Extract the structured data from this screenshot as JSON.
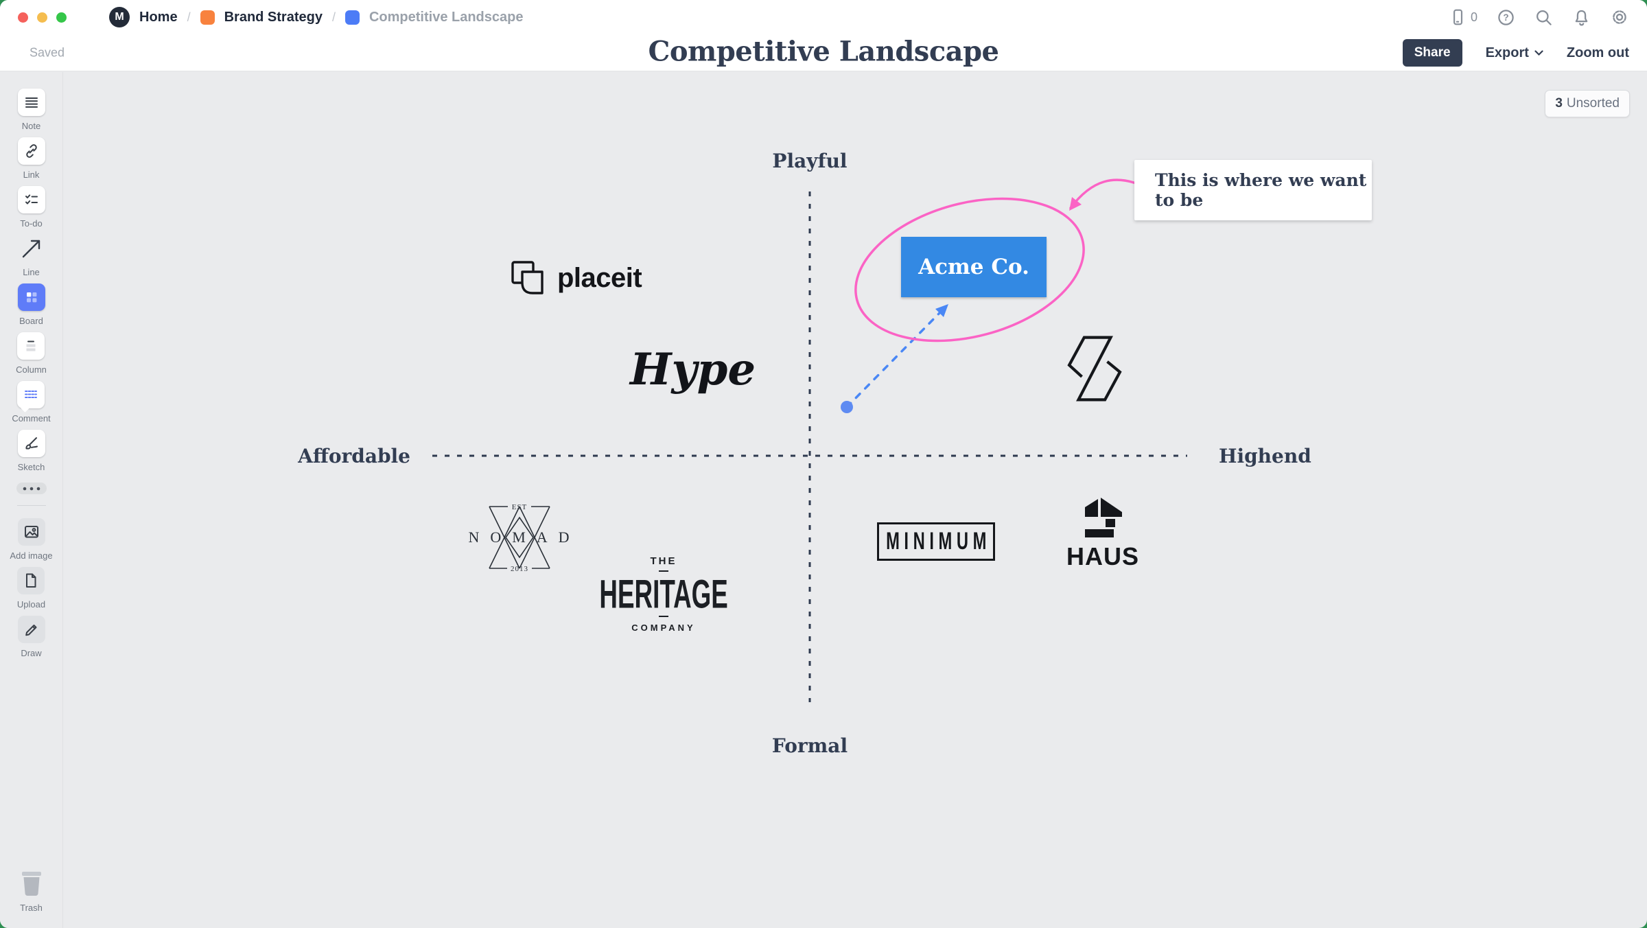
{
  "colors": {
    "desktop_green": "#2e8f52",
    "navy": "#323d52",
    "acme_blue": "#3389e3",
    "pink": "#fb63c5",
    "arrow_blue": "#4a87f5",
    "board_blue": "#5f7cf8",
    "chip_orange": "#f8823e",
    "chip_blue": "#4c7cf6",
    "tl_red": "#f5615c",
    "tl_yellow": "#f5bd4f",
    "tl_green": "#35c649"
  },
  "icons": {
    "logo_glyph": "M",
    "help_glyph": "?"
  },
  "breadcrumb": {
    "home_label": "Home",
    "separator": "/",
    "board1_label": "Brand Strategy",
    "board2_label": "Competitive Landscape"
  },
  "header": {
    "save_status": "Saved",
    "title": "Competitive Landscape",
    "device_count": "0",
    "share_label": "Share",
    "export_label": "Export",
    "zoom_out_label": "Zoom out"
  },
  "sidebar": {
    "tools": [
      {
        "label": "Note"
      },
      {
        "label": "Link"
      },
      {
        "label": "To-do"
      },
      {
        "label": "Line"
      },
      {
        "label": "Board"
      },
      {
        "label": "Column"
      },
      {
        "label": "Comment"
      },
      {
        "label": "Sketch"
      }
    ],
    "add_tools": [
      {
        "label": "Add image"
      },
      {
        "label": "Upload"
      },
      {
        "label": "Draw"
      }
    ],
    "trash_label": "Trash"
  },
  "canvas": {
    "unsorted_count": "3",
    "unsorted_label": "Unsorted",
    "axis": {
      "top": "Playful",
      "bottom": "Formal",
      "left": "Affordable",
      "right": "Highend"
    },
    "note_text": "This is where we want to be",
    "acme_label": "Acme Co.",
    "logos": {
      "placeit": "placeit",
      "hype": "Hype",
      "nomad_est": "EST",
      "nomad_year": "2013",
      "nomad_name": "NOMAD",
      "heritage_the": "THE",
      "heritage_name": "HERITAGE",
      "heritage_company": "COMPANY",
      "minimum": "MINIMUM",
      "haus": "HAUS"
    }
  }
}
